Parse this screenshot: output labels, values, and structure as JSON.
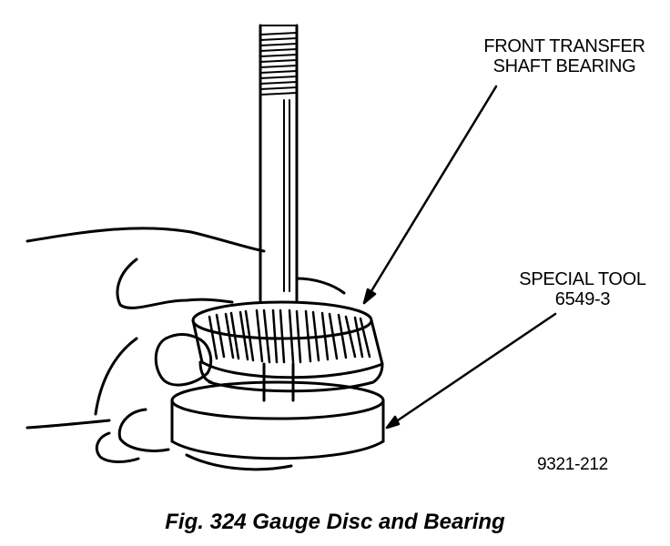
{
  "labels": {
    "bearing_line1": "FRONT TRANSFER",
    "bearing_line2": "SHAFT BEARING",
    "tool_line1": "SPECIAL TOOL",
    "tool_line2": "6549-3",
    "reference_number": "9321-212"
  },
  "caption": "Fig. 324 Gauge Disc and Bearing"
}
